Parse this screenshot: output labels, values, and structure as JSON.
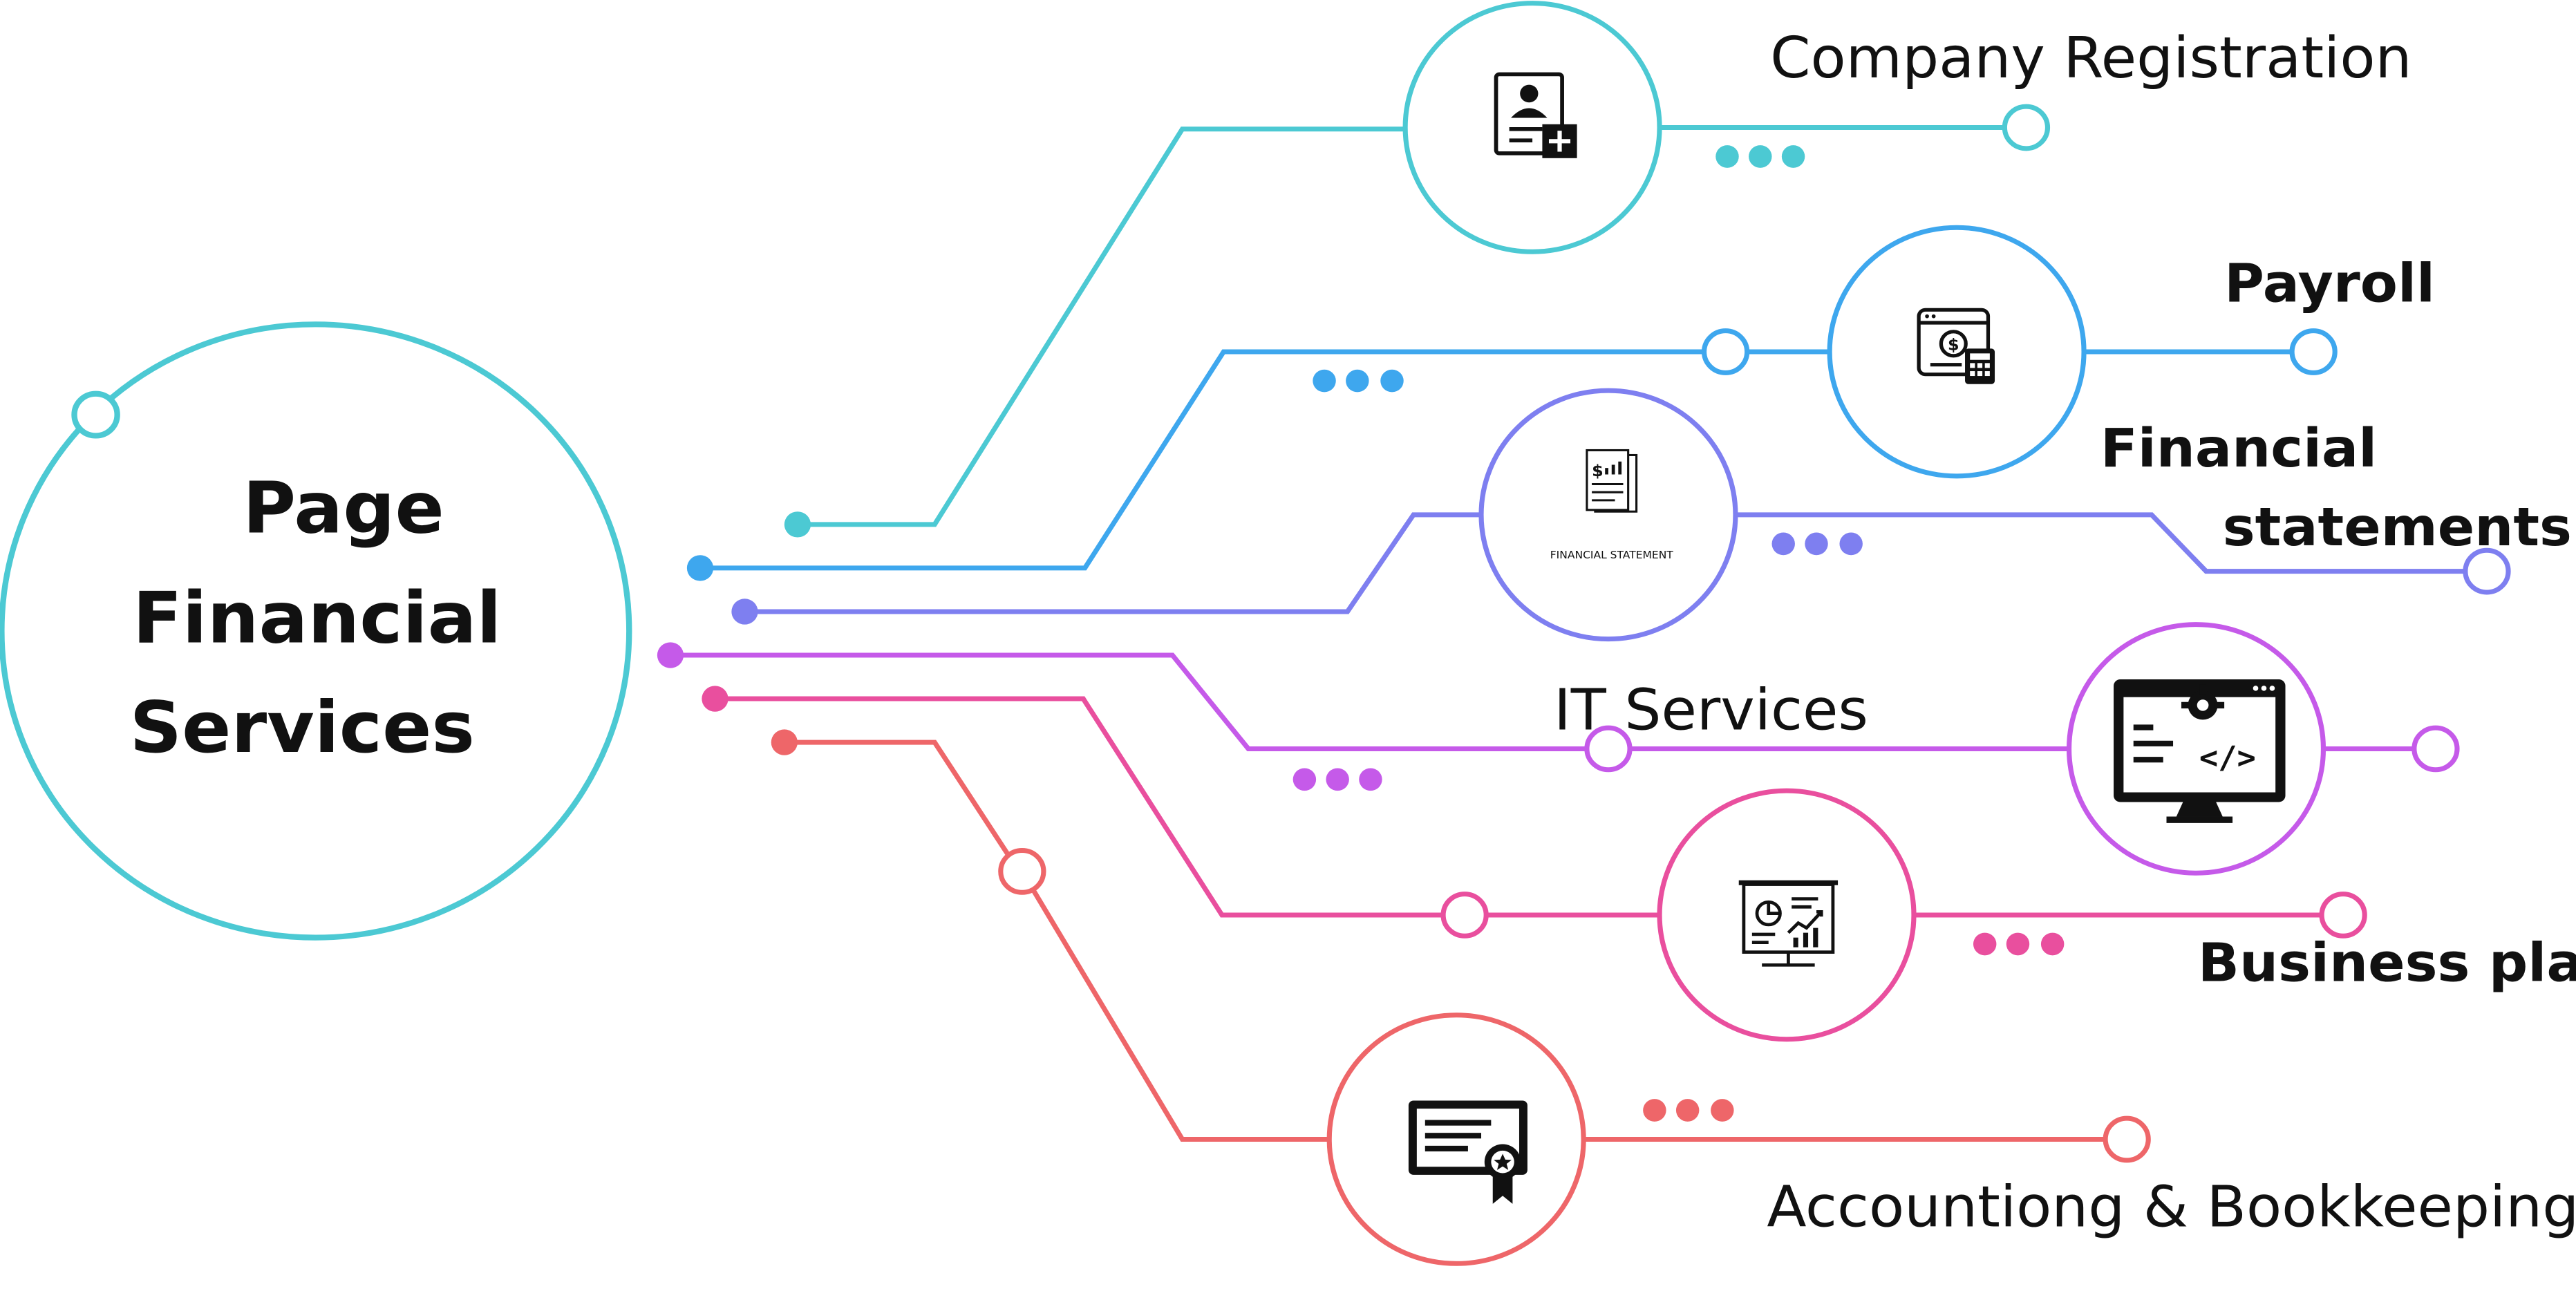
{
  "central": {
    "lines": [
      "Page",
      "Financial",
      "Services"
    ],
    "color": "#4cc9d3"
  },
  "services": [
    {
      "id": "company-registration",
      "label_lines": [
        "Company Registration"
      ],
      "color": "#4cc9d3",
      "icon": "id-card-add-icon"
    },
    {
      "id": "payroll",
      "label_lines": [
        "Payroll"
      ],
      "color": "#3ea7ee",
      "icon": "payment-calculator-icon"
    },
    {
      "id": "financial-statements",
      "label_lines": [
        "Financial",
        "statements"
      ],
      "color": "#7e7ff0",
      "icon": "financial-statement-icon",
      "icon_caption": "FINANCIAL STATEMENT"
    },
    {
      "id": "it-services",
      "label_lines": [
        "IT  Services"
      ],
      "color": "#c55ae9",
      "icon": "code-monitor-icon"
    },
    {
      "id": "business-plan",
      "label_lines": [
        "Business plan"
      ],
      "color": "#e94f9e",
      "icon": "presentation-board-icon"
    },
    {
      "id": "accounting-bookkeeping",
      "label_lines": [
        "Accountiong & Bookkeeping"
      ],
      "color": "#ee6669",
      "icon": "certificate-icon"
    }
  ]
}
